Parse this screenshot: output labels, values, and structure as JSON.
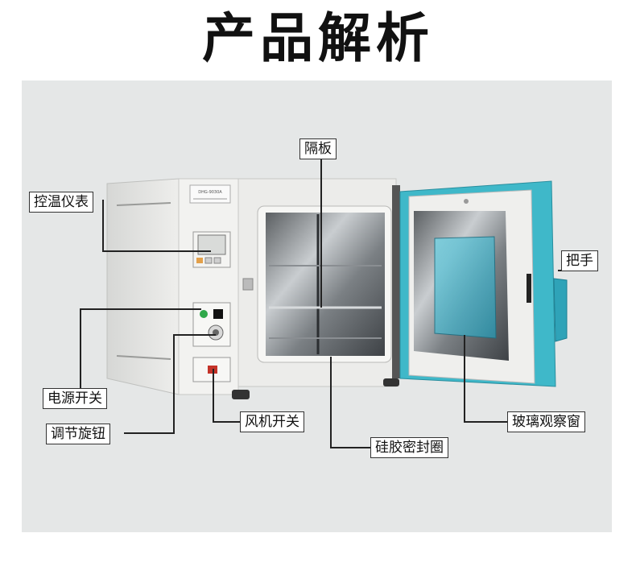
{
  "title": "产品解析",
  "labels": {
    "partition": "隔板",
    "temp_controller": "控温仪表",
    "handle": "把手",
    "power_switch": "电源开关",
    "adjust_knob": "调节旋钮",
    "fan_switch": "风机开关",
    "silicone_seal": "硅胶密封圈",
    "glass_window": "玻璃观察窗"
  },
  "device_plate": "DHG-9030A",
  "colors": {
    "door": "#3fb8c9",
    "cabinet": "#ededeb",
    "line": "#222222"
  }
}
